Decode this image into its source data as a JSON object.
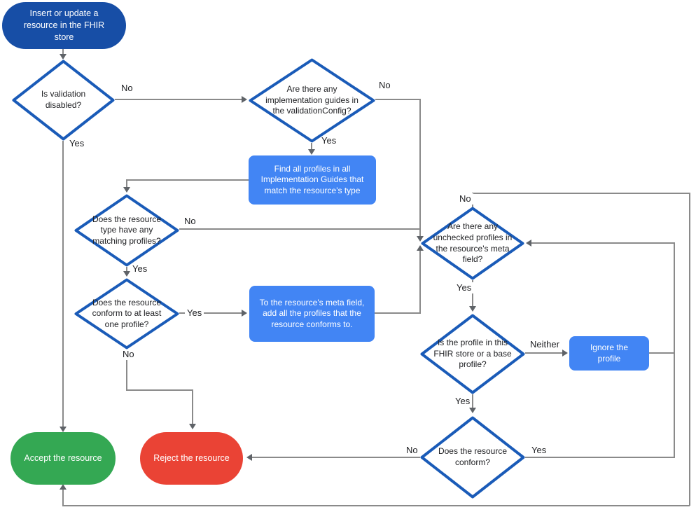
{
  "colors": {
    "start_fill": "#174ea6",
    "process_fill": "#4285f4",
    "accept_fill": "#34a853",
    "reject_fill": "#ea4335",
    "diamond_border": "#1a5bb8",
    "line": "#8a8a8a",
    "arrow": "#5f6368",
    "text_dark": "#202124",
    "text_light": "#ffffff"
  },
  "nodes": {
    "start": {
      "label": "Insert or update a resource in the FHIR store"
    },
    "validation_disabled": {
      "label": "Is validation disabled?"
    },
    "implementation_guides": {
      "label": "Are there any implementation guides in the validationConfig?"
    },
    "find_profiles": {
      "label": "Find all profiles in all Implementation Guides that match the resource's type"
    },
    "matching_profiles": {
      "label": "Does the resource type have any matching profiles?"
    },
    "conform_one_profile": {
      "label": "Does the resource conform to at least one profile?"
    },
    "add_profiles": {
      "label": "To the resource's meta field, add all the profiles that the resource conforms to."
    },
    "unchecked_profiles": {
      "label": "Are there any unchecked profiles in the resource's meta field?"
    },
    "profile_in_store": {
      "label": "Is the profile in this FHIR store or a base profile?"
    },
    "ignore_profile": {
      "label": "Ignore the profile"
    },
    "resource_conform": {
      "label": "Does the resource conform?"
    },
    "accept": {
      "label": "Accept the resource"
    },
    "reject": {
      "label": "Reject the resource"
    }
  },
  "edge_labels": {
    "d1_no": "No",
    "d1_yes": "Yes",
    "d2_no": "No",
    "d2_yes": "Yes",
    "d3_no": "No",
    "d3_yes": "Yes",
    "d4_no": "No",
    "d4_yes": "Yes",
    "unchecked_no": "No",
    "unchecked_yes": "Yes",
    "neither": "Neither",
    "pis_yes": "Yes",
    "rc_no": "No",
    "rc_yes": "Yes"
  }
}
